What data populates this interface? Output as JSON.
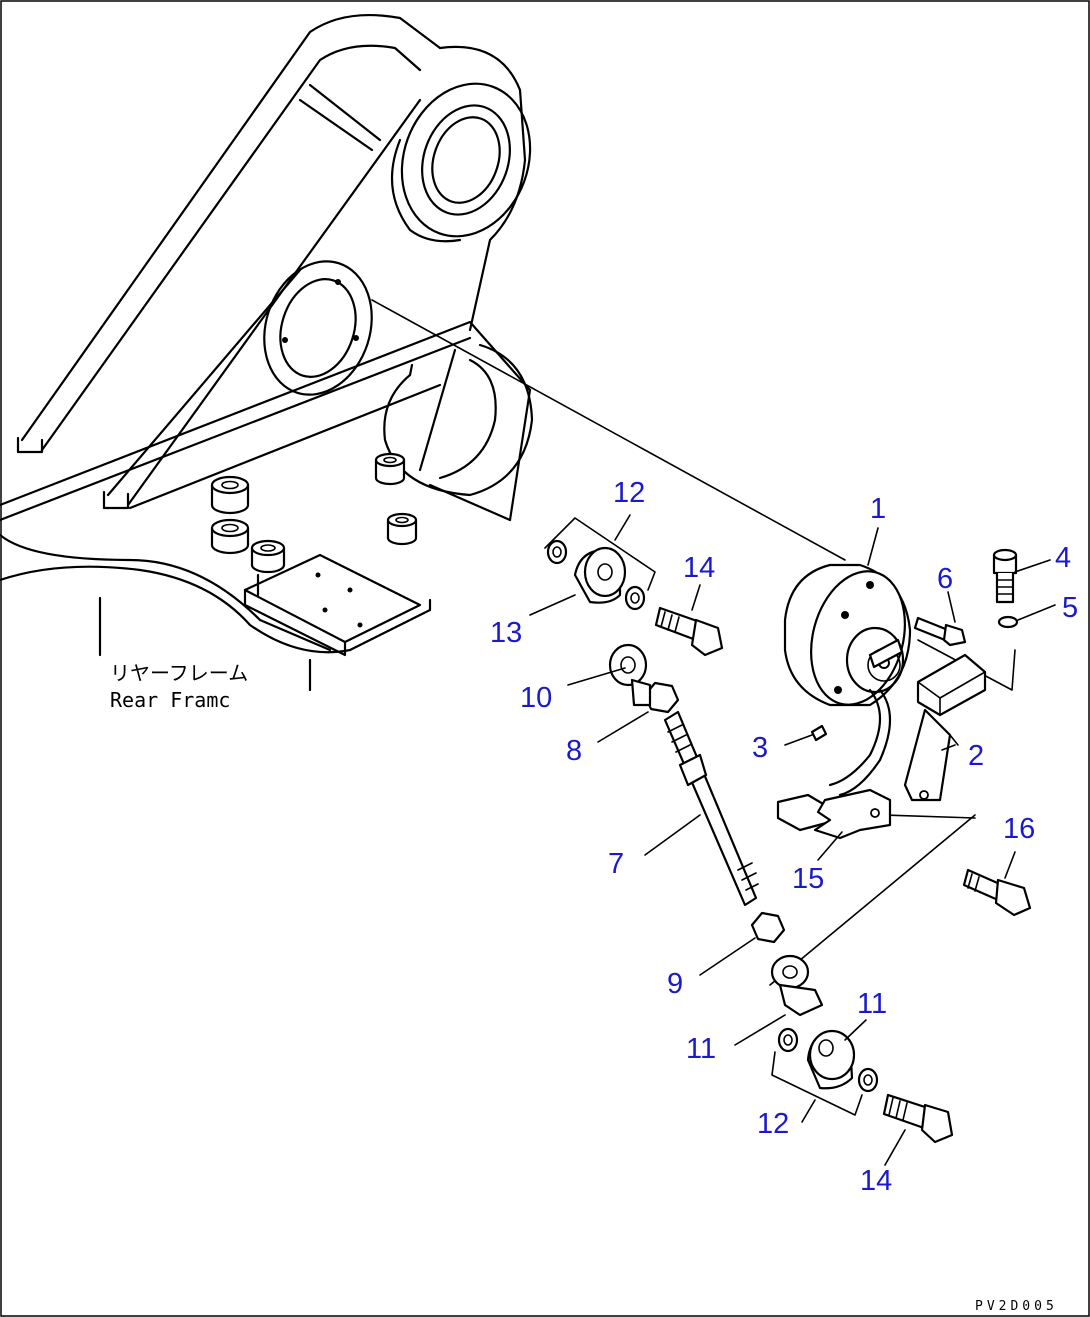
{
  "frame_label": {
    "jp": "リヤーフレーム",
    "en": "Rear Framc"
  },
  "drawing_code": "PV2D005",
  "callouts": [
    {
      "id": "c1",
      "text": "1"
    },
    {
      "id": "c2",
      "text": "2"
    },
    {
      "id": "c3",
      "text": "3"
    },
    {
      "id": "c4",
      "text": "4"
    },
    {
      "id": "c5",
      "text": "5"
    },
    {
      "id": "c6",
      "text": "6"
    },
    {
      "id": "c7",
      "text": "7"
    },
    {
      "id": "c8",
      "text": "8"
    },
    {
      "id": "c9",
      "text": "9"
    },
    {
      "id": "c10",
      "text": "10"
    },
    {
      "id": "c11a",
      "text": "11"
    },
    {
      "id": "c11b",
      "text": "11"
    },
    {
      "id": "c12a",
      "text": "12"
    },
    {
      "id": "c12b",
      "text": "12"
    },
    {
      "id": "c13",
      "text": "13"
    },
    {
      "id": "c14a",
      "text": "14"
    },
    {
      "id": "c14b",
      "text": "14"
    },
    {
      "id": "c15",
      "text": "15"
    },
    {
      "id": "c16",
      "text": "16"
    }
  ]
}
